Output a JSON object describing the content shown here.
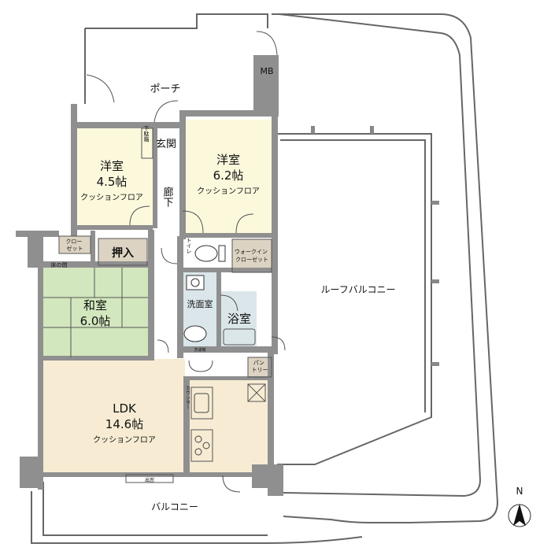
{
  "labels": {
    "porch": "ポーチ",
    "mb": "MB",
    "shoe_box": "下駄箱",
    "entrance": "玄関",
    "corridor": "廊下",
    "room1_name": "洋室",
    "room1_size": "4.5帖",
    "room1_floor": "クッションフロア",
    "room2_name": "洋室",
    "room2_size": "6.2帖",
    "room2_floor": "クッションフロア",
    "closet": "クロー\nゼット",
    "oshiire": "押入",
    "toko": "床の間",
    "toilet": "トイレ",
    "walkin": "ウォークイン\nクローゼット",
    "washroom": "洗面室",
    "bath": "浴室",
    "washer": "洗濯機",
    "pantry": "パン\nトリー",
    "washitsu_name": "和室",
    "washitsu_size": "6.0帖",
    "counter": "カウンター",
    "ldk_name": "LDK",
    "ldk_size": "14.6帖",
    "ldk_floor": "クッションフロア",
    "window_box": "出窓",
    "roof_balcony": "ルーフバルコニー",
    "balcony": "バルコニー",
    "north": "N"
  },
  "colors": {
    "wall": "#8f8f8f",
    "room_cream": "#fbf8dc",
    "ldk": "#f7ecd3",
    "tatami": "#d2e7bd",
    "wet": "#dbe6ea",
    "closet": "#ddd3c2",
    "outline": "#555555"
  }
}
